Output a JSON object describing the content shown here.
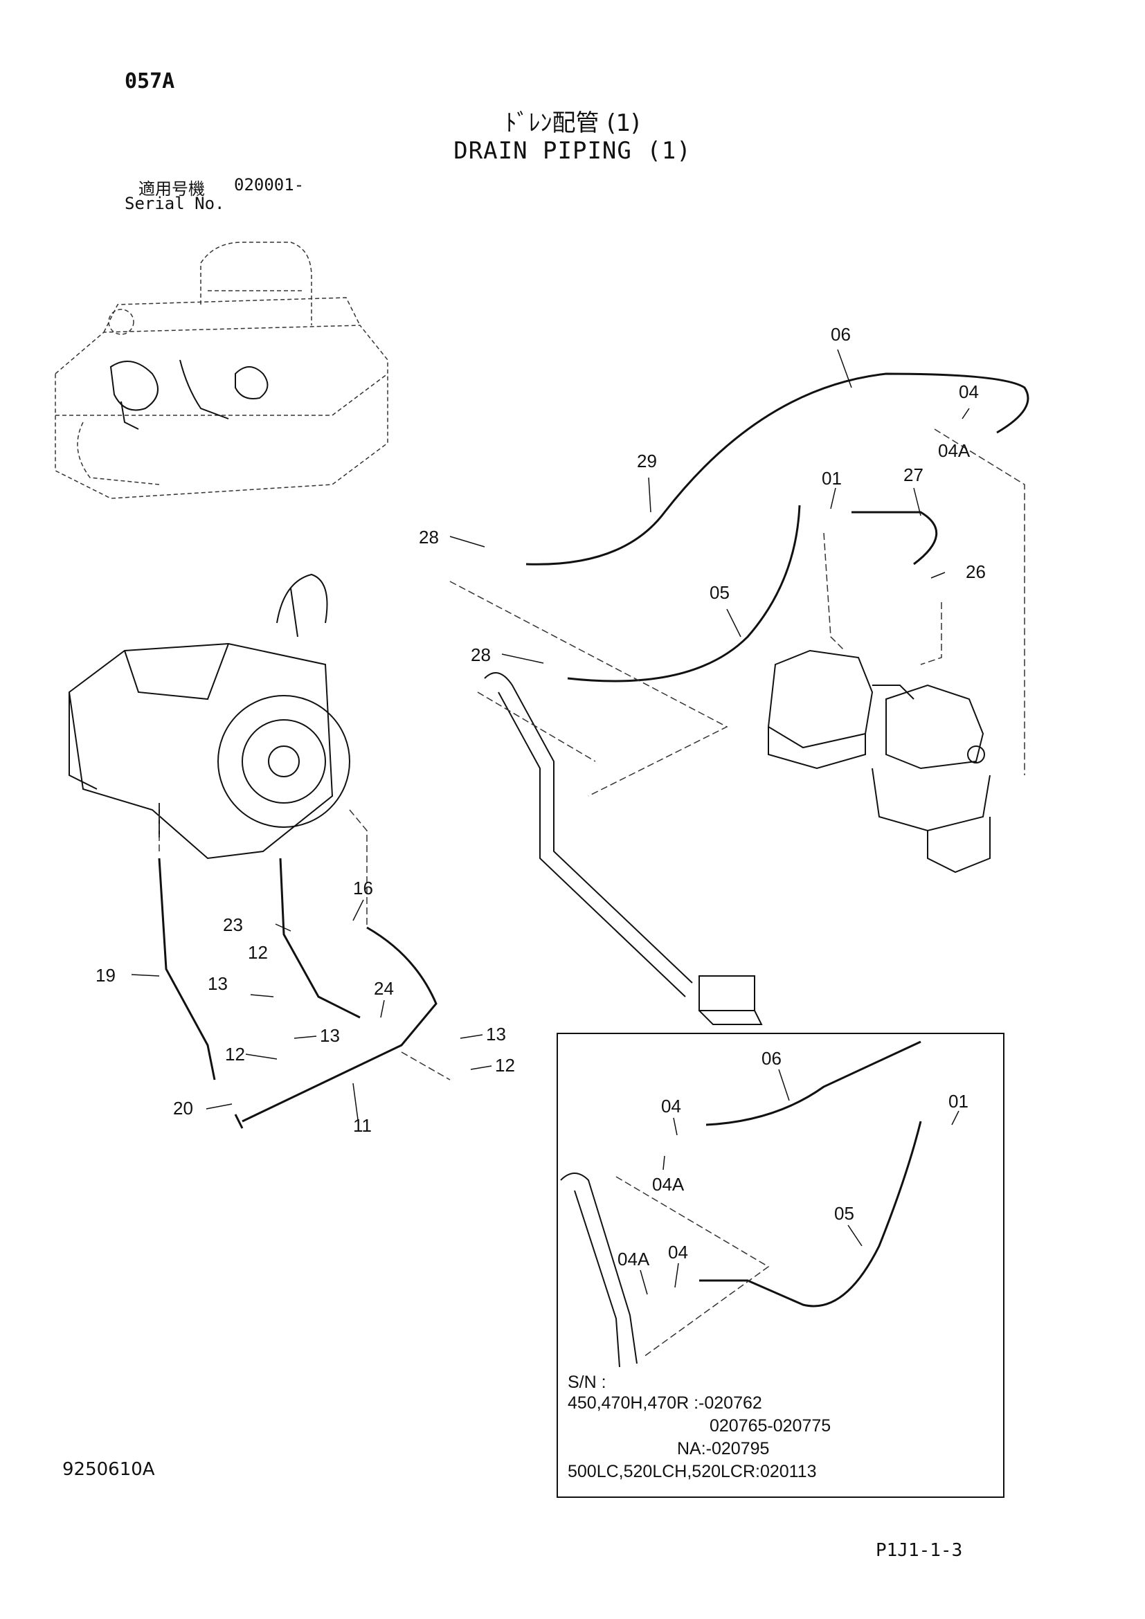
{
  "header": {
    "page_code": "057A",
    "title_ja": "ﾄﾞﾚﾝ配管 (1)",
    "title_en": "DRAIN PIPING (1)",
    "serial_label_ja": "適用号機",
    "serial_value": "020001-",
    "serial_label_en": "Serial No."
  },
  "part_labels": {
    "p06_main": "06",
    "p04_top": "04",
    "p04A_top": "04A",
    "p29": "29",
    "p01_main": "01",
    "p27": "27",
    "p28_upper": "28",
    "p26": "26",
    "p05_main": "05",
    "p28_lower": "28",
    "p16": "16",
    "p23": "23",
    "p12_a": "12",
    "p19": "19",
    "p13_a": "13",
    "p24": "24",
    "p13_b": "13",
    "p13_c": "13",
    "p12_b": "12",
    "p12_c": "12",
    "p20": "20",
    "p11": "11"
  },
  "inset": {
    "labels": {
      "p06": "06",
      "p04_a": "04",
      "p01": "01",
      "p04A_a": "04A",
      "p05": "05",
      "p04A_b": "04A",
      "p04_b": "04"
    },
    "serial_notes": [
      "S/N :",
      "450,470H,470R :-020762",
      "020765-020775",
      "NA:-020795",
      "500LC,520LCH,520LCR:020113"
    ]
  },
  "footer": {
    "doc_number": "9250610A",
    "page_ref": "P1J1-1-3"
  }
}
